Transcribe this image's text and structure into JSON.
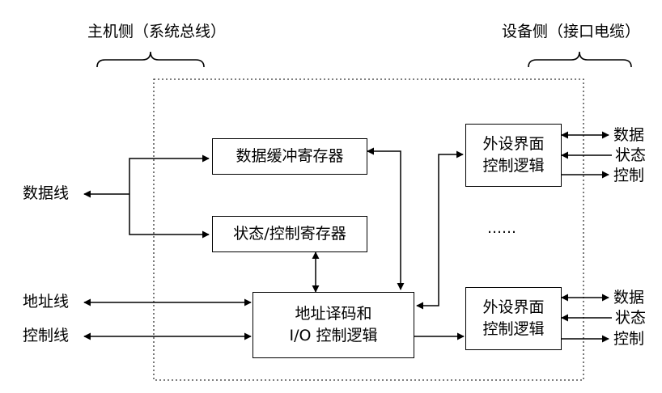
{
  "header": {
    "host_side": "主机侧（系统总线）",
    "device_side": "设备侧（接口电缆）"
  },
  "left_signals": {
    "data_line": "数据线",
    "address_line": "地址线",
    "control_line": "控制线"
  },
  "blocks": {
    "data_buffer": "数据缓冲寄存器",
    "status_control": "状态/控制寄存器",
    "decode_line1": "地址译码和",
    "decode_line2": "I/O 控制逻辑",
    "peripheral_top_line1": "外设界面",
    "peripheral_top_line2": "控制逻辑",
    "peripheral_bottom_line1": "外设界面",
    "peripheral_bottom_line2": "控制逻辑",
    "ellipsis": "……"
  },
  "right_signals_top": {
    "data": "数据",
    "status": "状态",
    "control": "控制"
  },
  "right_signals_bottom": {
    "data": "数据",
    "status": "状态",
    "control": "控制"
  }
}
